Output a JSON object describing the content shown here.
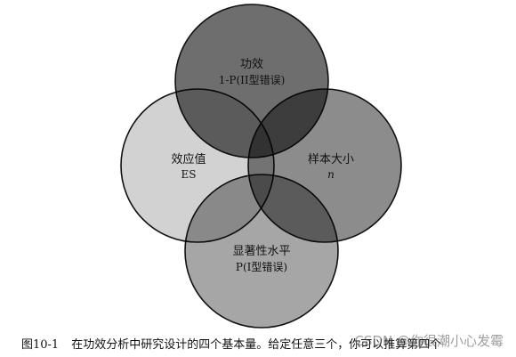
{
  "diagram": {
    "circles": [
      {
        "id": "power",
        "label": "功效",
        "sublabel": "1-P(II型错误)",
        "fill": "#6e6e6e"
      },
      {
        "id": "effect-size",
        "label": "效应值",
        "sublabel": "ES",
        "fill": "#d2d2d2"
      },
      {
        "id": "sample-size",
        "label": "样本大小",
        "sublabel": "n",
        "fill": "#8c8c8c"
      },
      {
        "id": "significance",
        "label": "显著性水平",
        "sublabel": "P(I型错误)",
        "fill": "#a6a6a6"
      }
    ],
    "colors": {
      "stroke": "#111111",
      "overlap_dark": "#3a3a3a",
      "center": "#4a4a4a"
    }
  },
  "caption": {
    "number": "图10-1",
    "text": "在功效分析中研究设计的四个基本量。给定任意三个，你可以推算第四个"
  },
  "watermark": "CSDN @你很潮小心发霉"
}
